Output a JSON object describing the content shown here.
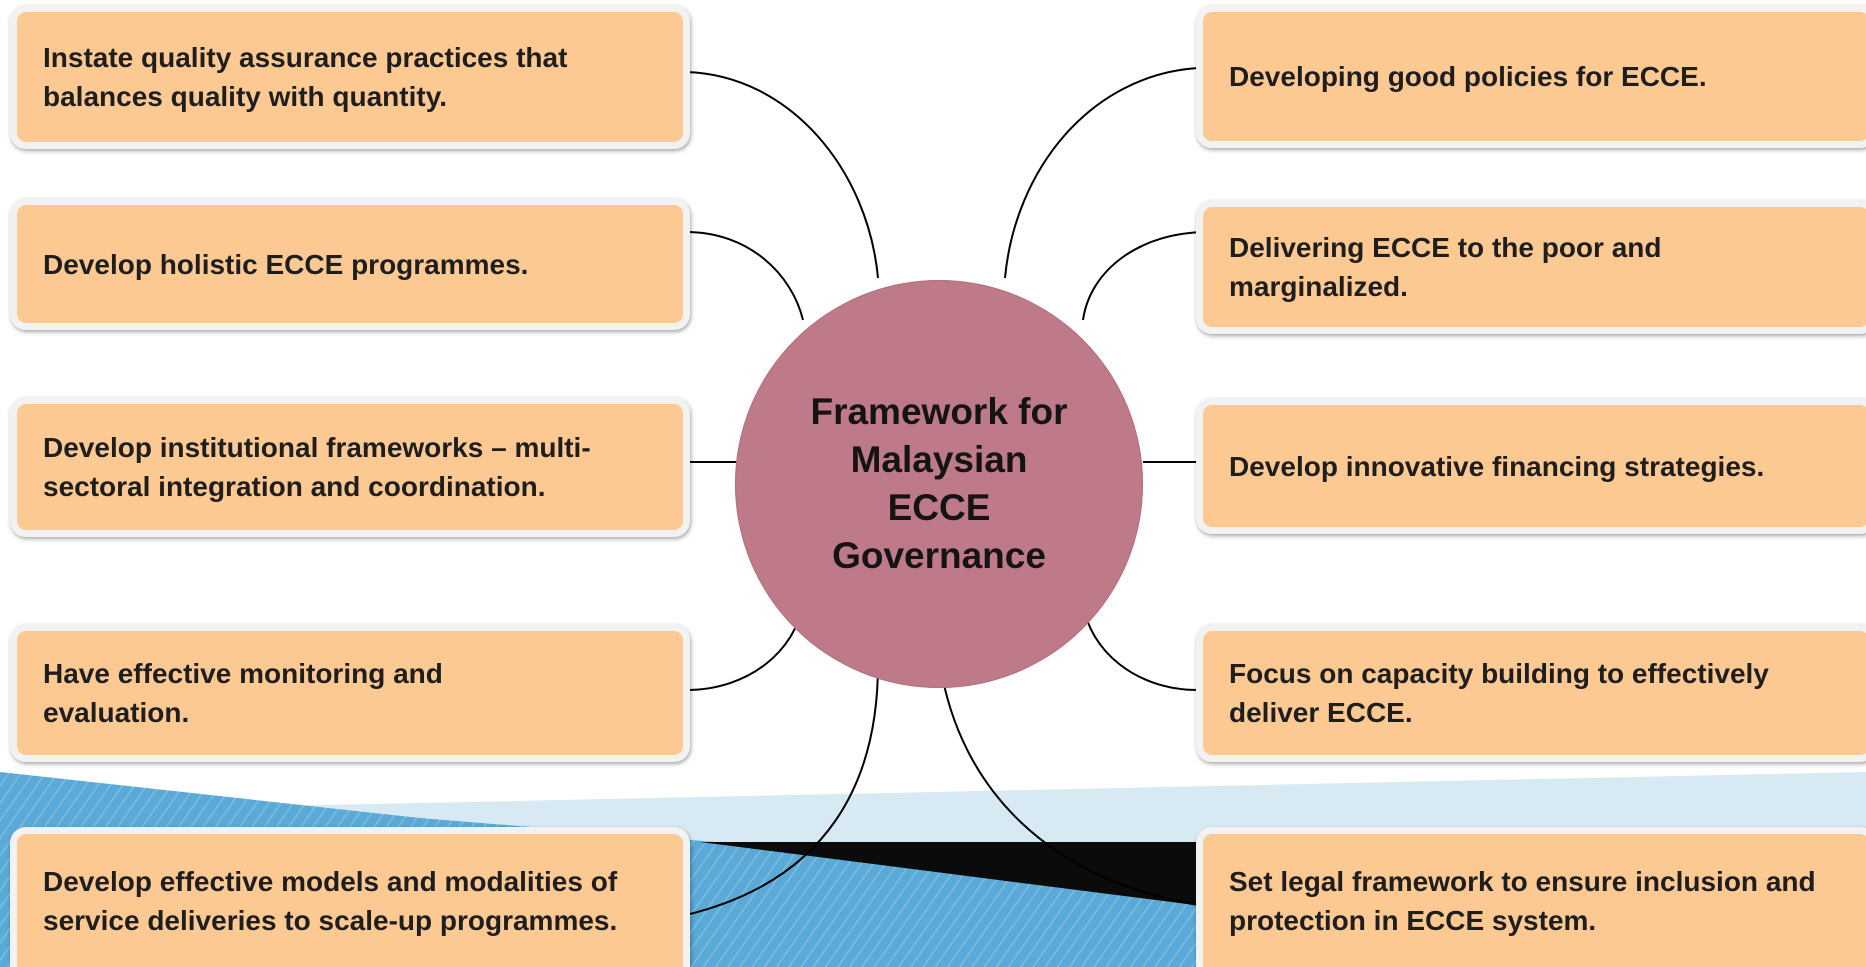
{
  "colors": {
    "box_fill": "#fcc993",
    "box_border": "#f2f2f2",
    "hub_fill": "#be7a88",
    "band_light": "#d7e9f3",
    "band_blue": "#5aa9d6",
    "band_dark": "#0b0b0b",
    "connector": "#000000"
  },
  "hub": {
    "label": "Framework for Malaysian ECCE Governance"
  },
  "left_items": [
    {
      "text": "Instate quality assurance practices that balances quality with quantity."
    },
    {
      "text": "Develop holistic ECCE programmes."
    },
    {
      "text": "Develop institutional frameworks – multi-sectoral integration and coordination."
    },
    {
      "text": "Have effective monitoring and evaluation."
    },
    {
      "text": "Develop effective models and modalities of service deliveries to scale-up programmes."
    }
  ],
  "right_items": [
    {
      "text": "Developing good policies for ECCE."
    },
    {
      "text": "Delivering ECCE to the poor and marginalized."
    },
    {
      "text": "Develop innovative financing strategies."
    },
    {
      "text": "Focus on capacity building to effectively deliver ECCE."
    },
    {
      "text": "Set legal framework to ensure inclusion and protection in ECCE system."
    }
  ]
}
